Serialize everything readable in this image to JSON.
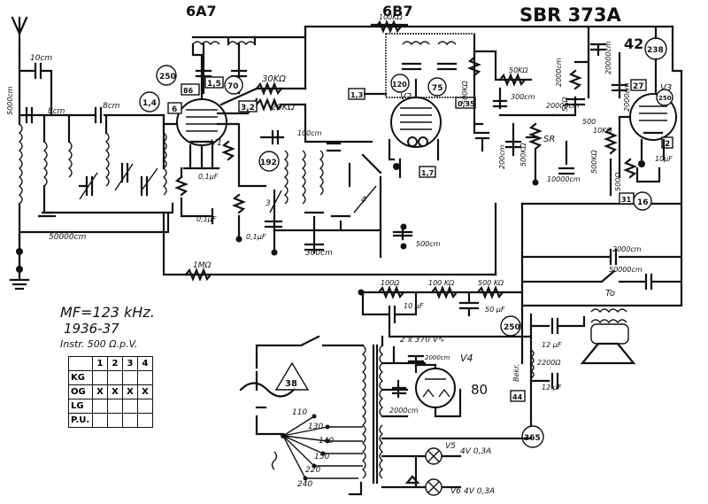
{
  "header": {
    "model": "SBR 373A",
    "tube_6a7": "6A7",
    "tube_6b7": "6B7",
    "tube_42": "42"
  },
  "info": {
    "mf": "MF=123 kHz.",
    "years": "1936-37",
    "instr": "Instr. 500 Ω.p.V."
  },
  "table": {
    "columns": [
      "",
      "1",
      "2",
      "3",
      "4"
    ],
    "rows": [
      {
        "label": "KG",
        "cells": [
          "",
          "",
          "",
          ""
        ]
      },
      {
        "label": "OG",
        "cells": [
          "X",
          "X",
          "X",
          "X"
        ]
      },
      {
        "label": "LG",
        "cells": [
          "",
          "",
          "",
          ""
        ]
      },
      {
        "label": "P.U.",
        "cells": [
          "",
          "",
          "",
          ""
        ]
      }
    ]
  },
  "tubes": {
    "v1": "V1",
    "v2": "V2",
    "v3": "V3",
    "v4": "V4",
    "v5": "V5",
    "v6": "V6"
  },
  "labels": {
    "r_100k_top": "100KΩ",
    "c_10cm": "10cm",
    "c_5000cm": "5000cm",
    "c_8cm_a": "8cm",
    "c_8cm_b": "8cm",
    "c_50000cm": "50000cm",
    "r_30k": "30KΩ",
    "r_20k": "20KΩ",
    "r_500k": "500KΩ",
    "r_50k": "50KΩ",
    "c_300cm_a": "300cm",
    "c_2000cm_a": "2000cm",
    "c_2000cm_b": "20000cm",
    "c_20000cm": "20000cm",
    "r_1m": "1MΩ",
    "c_100cm": "100cm",
    "c_300cm": "300cm",
    "c_500cm": "500cm",
    "c_01uf_a": "0,1μF",
    "c_01uf_b": "0,1μF",
    "c_01uf_c": "0,1μF",
    "r_500k_b": "500KΩ",
    "c_200cm": "200cm",
    "c_10000cm": "10000cm",
    "sr": "SR",
    "c_2000cm_r": "2000cm",
    "c_50000cm_r": "50000cm",
    "to": "To",
    "r_100": "100Ω",
    "r_100k": "100 KΩ",
    "r_500k_c": "500 KΩ",
    "c_10uf": "10 μF",
    "c_50uf": "50 μF",
    "c_2x370": "2 x 370 V∿",
    "c_2000cm_p": "2000cm",
    "c_2000cm_p2": "2000cm",
    "c_12uf_a": "12 μF",
    "c_12uf_b": "12 μF",
    "c_2200": "2200Ω",
    "bekr": "Bekr.",
    "tube_80": "80",
    "v5_rating": "4V 0,3A",
    "v6_rating": "4V 0,3A",
    "c_10uf_r": "10μF",
    "r_500_a": "500Ω",
    "r_500k_d": "500KΩ",
    "r_5k": "5KΩ",
    "r_500": "500",
    "r_10k": "10KΩ",
    "r_2000cm": "2000cm",
    "c_20000cm_r": "20000cm",
    "num_3": "3",
    "num_4": "4",
    "num_1": "1",
    "num_2": "2"
  },
  "voltages": {
    "b250": "250",
    "b1_4": "1,4",
    "b86": "86",
    "b6": "6",
    "b1_5": "1,5",
    "b70": "70",
    "b3_2": "3,2",
    "b192": "192",
    "b1_3": "1,3",
    "b120": "120",
    "b75": "75",
    "b0_35": "0,35",
    "b1_7": "1,7",
    "b238": "238",
    "b27": "27",
    "b250r": "250",
    "b2": "2",
    "b31": "31",
    "b16": "16",
    "b38": "38",
    "b250p": "250",
    "b44": "44",
    "b365": "365"
  },
  "taps": [
    "110",
    "130",
    "140",
    "150",
    "220",
    "240"
  ]
}
